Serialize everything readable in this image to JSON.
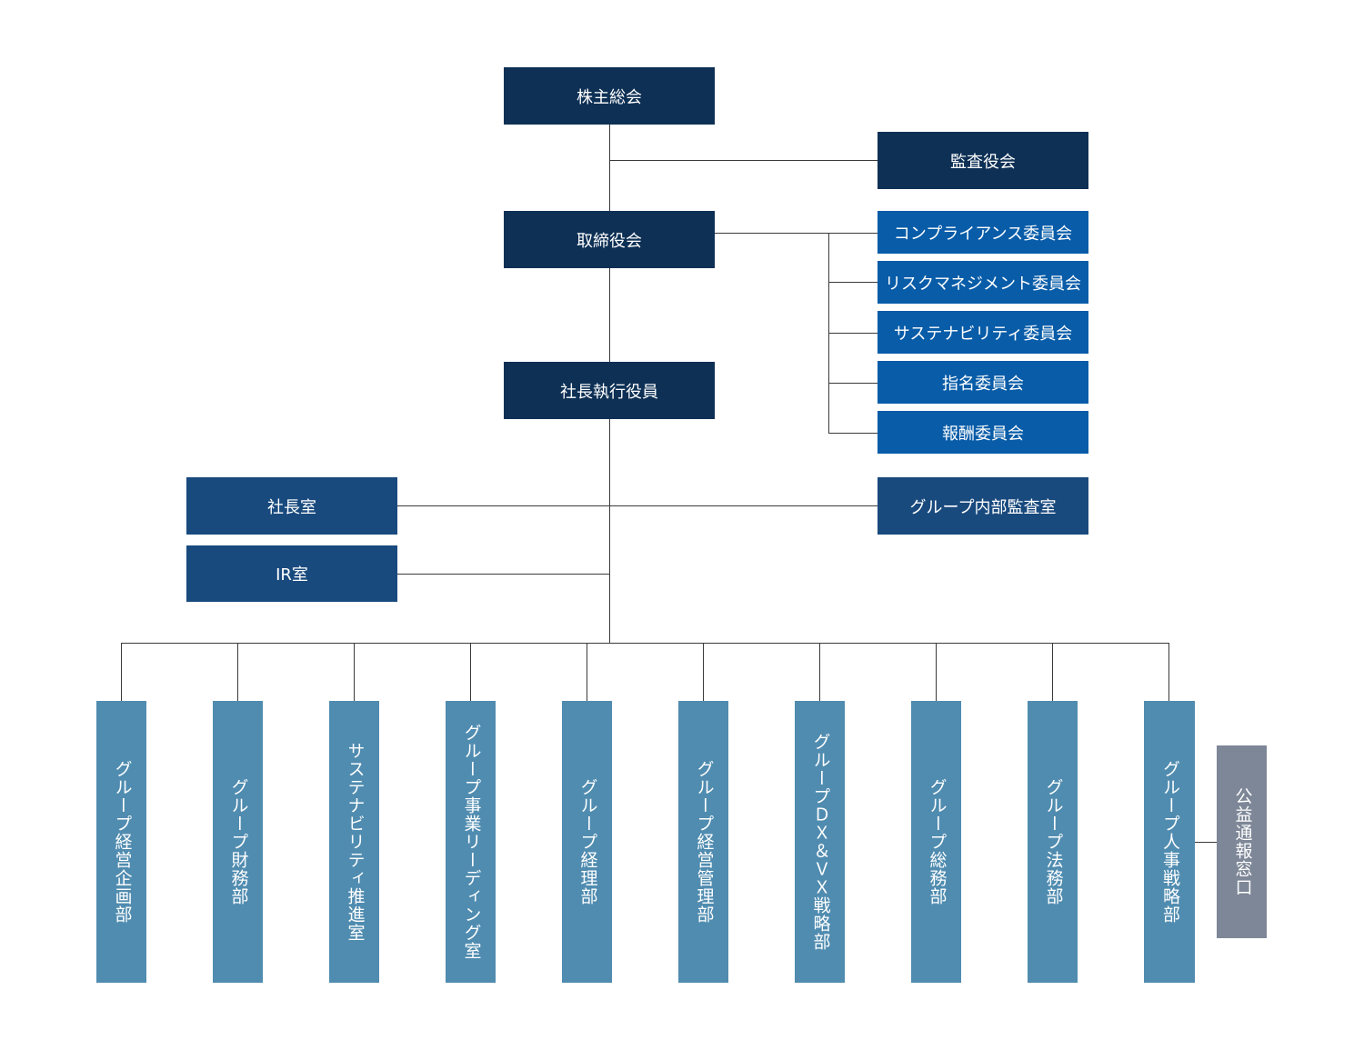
{
  "nodes": {
    "shareholders": "株主総会",
    "audit_board": "監査役会",
    "board": "取締役会",
    "compliance": "コンプライアンス委員会",
    "risk": "リスクマネジメント委員会",
    "sustainability_committee": "サステナビリティ委員会",
    "nomination": "指名委員会",
    "compensation": "報酬委員会",
    "president": "社長執行役員",
    "president_office": "社長室",
    "ir_office": "IR室",
    "internal_audit": "グループ内部監査室",
    "whistleblowing": "公益通報窓口"
  },
  "departments": [
    "グループ経営企画部",
    "グループ財務部",
    "サステナビリティ推進室",
    "グループ事業リーディング室",
    "グループ経理部",
    "グループ経営管理部",
    "グループＤＸ＆ＶＸ戦略部",
    "グループ総務部",
    "グループ法務部",
    "グループ人事戦略部"
  ]
}
